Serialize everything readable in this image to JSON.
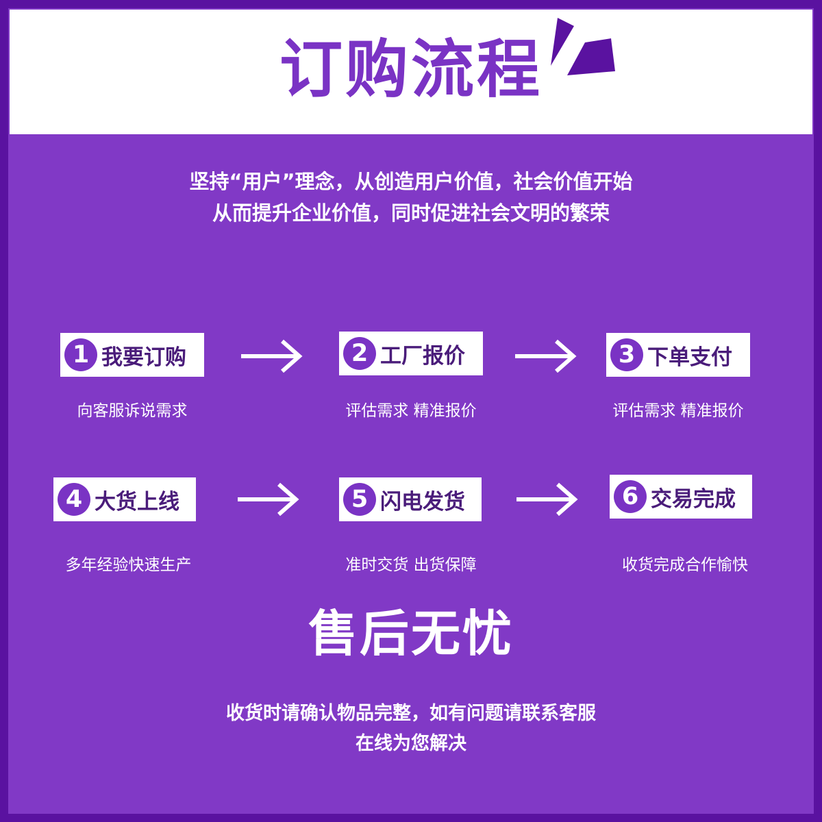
{
  "title": "订购流程",
  "intro": {
    "line1": "坚持“用户”理念，从创造用户价值，社会价值开始",
    "line2": "从而提升企业价值，同时促进社会文明的繁荣"
  },
  "steps": [
    {
      "num": "1",
      "label": "我要订购",
      "desc": "向客服诉说需求"
    },
    {
      "num": "2",
      "label": "工厂报价",
      "desc": "评估需求 精准报价"
    },
    {
      "num": "3",
      "label": "下单支付",
      "desc": "评估需求 精准报价"
    },
    {
      "num": "4",
      "label": "大货上线",
      "desc": "多年经验快速生产"
    },
    {
      "num": "5",
      "label": "闪电发货",
      "desc": "准时交货 出货保障"
    },
    {
      "num": "6",
      "label": "交易完成",
      "desc": "收货完成合作愉快"
    }
  ],
  "after_sales": {
    "heading": "售后无忧",
    "line1": "收货时请确认物品完整，如有问题请联系客服",
    "line2": "在线为您解决"
  },
  "colors": {
    "border": "#5a12a0",
    "panel": "#8139c6",
    "accent": "#7a33c4",
    "label_text": "#4a1c7a"
  }
}
